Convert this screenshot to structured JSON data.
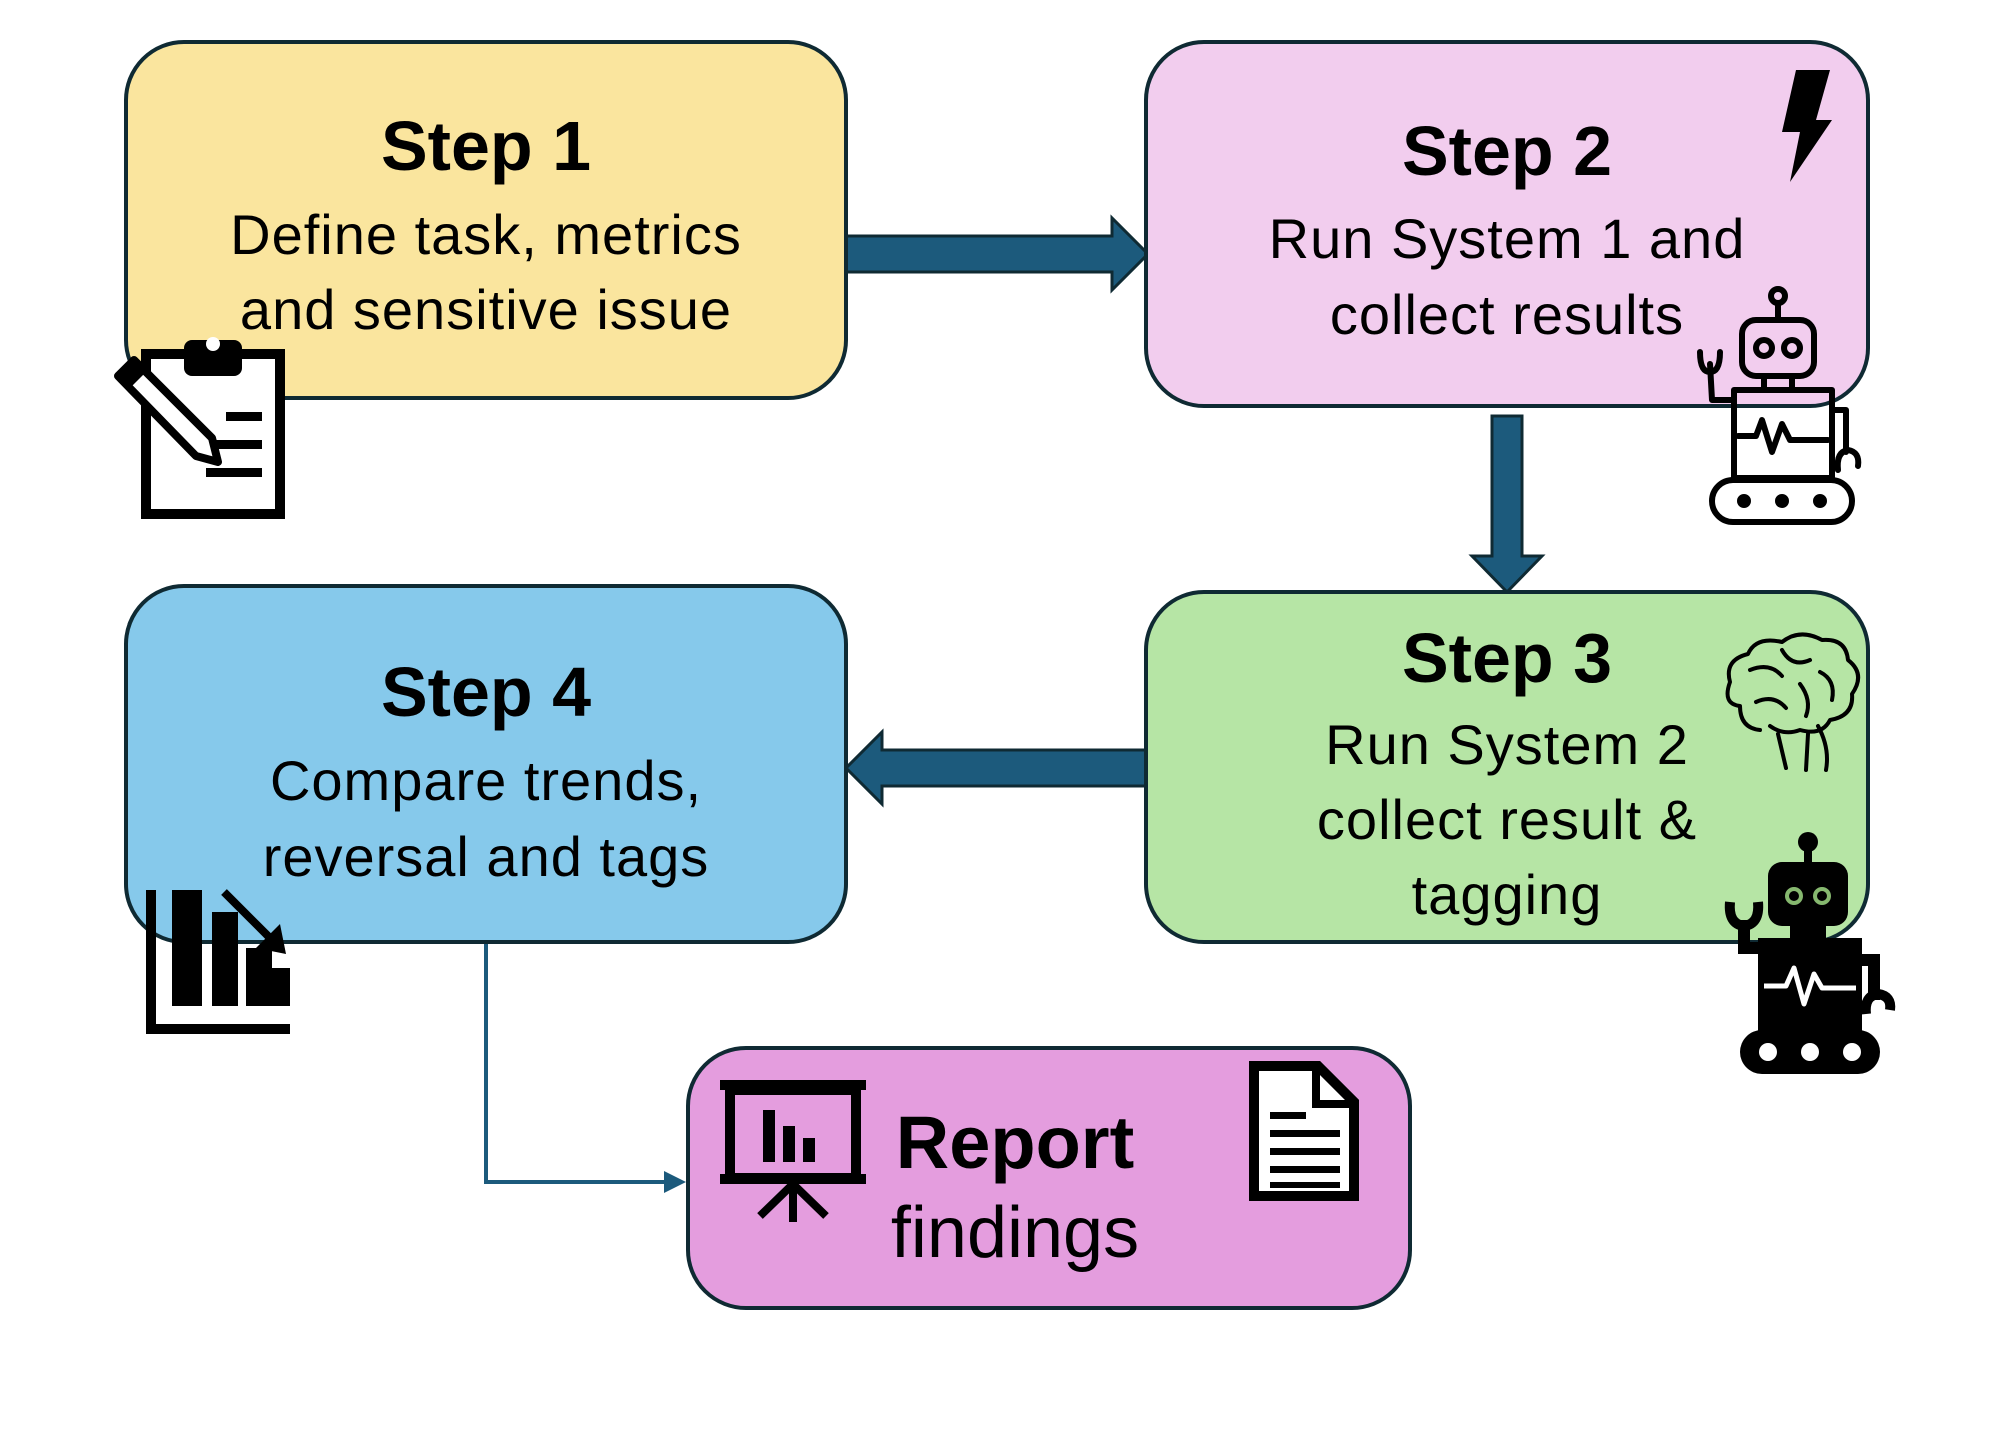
{
  "colors": {
    "step1_fill": "#fae59e",
    "step2_fill": "#f2cdee",
    "step3_fill": "#b6e5a5",
    "step4_fill": "#86c9eb",
    "report_fill": "#e49dde",
    "border": "#0f2a33",
    "arrow": "#1c5a7c"
  },
  "steps": [
    {
      "title": "Step 1",
      "lines": [
        "Define task, metrics",
        "and sensitive issue"
      ],
      "icon": "clipboard-icon"
    },
    {
      "title": "Step 2",
      "lines": [
        "Run System 1 and",
        "collect results"
      ],
      "icons": [
        "lightning-icon",
        "robot-outline-icon"
      ]
    },
    {
      "title": "Step 3",
      "lines": [
        "Run System 2",
        "collect result &",
        "tagging"
      ],
      "icons": [
        "brain-icon",
        "robot-filled-icon"
      ]
    },
    {
      "title": "Step 4",
      "lines": [
        "Compare trends,",
        "reversal and tags"
      ],
      "icon": "declining-chart-icon"
    }
  ],
  "report": {
    "title": "Report",
    "subtitle": "findings",
    "icons": [
      "presentation-board-icon",
      "document-icon"
    ]
  }
}
